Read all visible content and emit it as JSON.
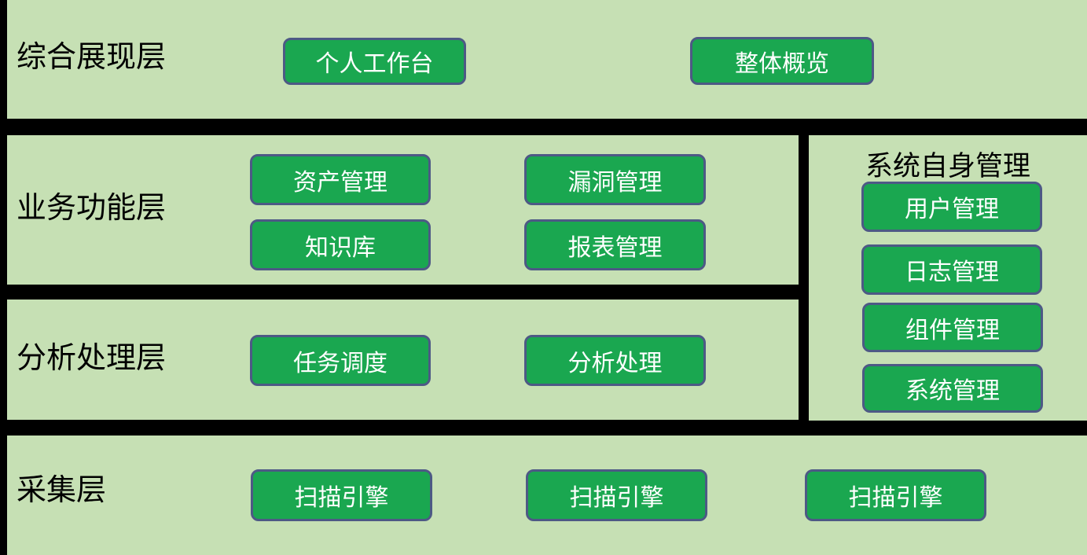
{
  "colors": {
    "frame_bg": "#000000",
    "panel_bg": "#c6e0b4",
    "button_bg": "#1aa750",
    "button_border": "#4d5985",
    "button_text": "#ffffff",
    "label_text": "#000000"
  },
  "layers": {
    "display": {
      "label": "综合展现层",
      "buttons": {
        "workbench": "个人工作台",
        "overview": "整体概览"
      }
    },
    "business": {
      "label": "业务功能层",
      "buttons": {
        "asset": "资产管理",
        "vuln": "漏洞管理",
        "knowledge": "知识库",
        "report": "报表管理"
      }
    },
    "analysis": {
      "label": "分析处理层",
      "buttons": {
        "task": "任务调度",
        "process": "分析处理"
      }
    },
    "collection": {
      "label": "采集层",
      "buttons": {
        "engine1": "扫描引擎",
        "engine2": "扫描引擎",
        "engine3": "扫描引擎"
      }
    },
    "system": {
      "title": "系统自身管理",
      "buttons": {
        "user": "用户管理",
        "log": "日志管理",
        "component": "组件管理",
        "system": "系统管理"
      }
    }
  }
}
